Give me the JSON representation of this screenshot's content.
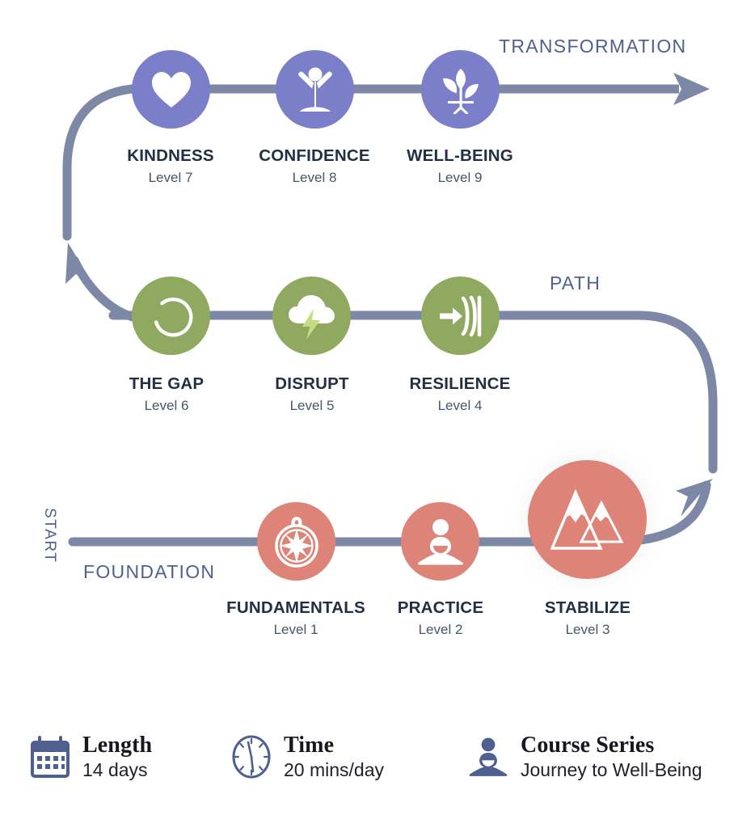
{
  "colors": {
    "foundation": "#dd8377",
    "path": "#90a961",
    "transformation": "#7b7fc9",
    "connector": "#7d88a6",
    "stage_label": "#50618e",
    "node_title": "#232f43",
    "node_level": "#4a5568",
    "accent_bolt": "#c5dc85",
    "icon": "#ffffff",
    "background": "#ffffff",
    "footer_icon": "#4e5f90"
  },
  "stages": [
    {
      "name": "start",
      "label": "START",
      "orientation": "vertical"
    },
    {
      "name": "foundation",
      "label": "FOUNDATION",
      "orientation": "horizontal"
    },
    {
      "name": "path",
      "label": "PATH",
      "orientation": "horizontal"
    },
    {
      "name": "transformation",
      "label": "TRANSFORMATION",
      "orientation": "horizontal"
    }
  ],
  "rows": [
    {
      "name": "foundation-row",
      "stage": "FOUNDATION",
      "color": "#dd8377",
      "nodes": [
        {
          "icon": "compass-icon",
          "title": "FUNDAMENTALS",
          "level": "Level 1"
        },
        {
          "icon": "meditation-icon",
          "title": "PRACTICE",
          "level": "Level 2"
        },
        {
          "icon": "mountains-icon",
          "title": "STABILIZE",
          "level": "Level 3"
        }
      ]
    },
    {
      "name": "path-row",
      "stage": "PATH",
      "color": "#90a961",
      "nodes": [
        {
          "icon": "circle-gap-icon",
          "title": "THE GAP",
          "level": "Level 6"
        },
        {
          "icon": "storm-cloud-icon",
          "title": "DISRUPT",
          "level": "Level 5"
        },
        {
          "icon": "arrow-barrier-icon",
          "title": "RESILIENCE",
          "level": "Level 4"
        }
      ]
    },
    {
      "name": "transformation-row",
      "stage": "TRANSFORMATION",
      "color": "#7b7fc9",
      "nodes": [
        {
          "icon": "heart-icon",
          "title": "KINDNESS",
          "level": "Level 7"
        },
        {
          "icon": "person-icon",
          "title": "CONFIDENCE",
          "level": "Level 8"
        },
        {
          "icon": "sprout-icon",
          "title": "WELL-BEING",
          "level": "Level 9"
        }
      ]
    }
  ],
  "nodes": {
    "fundamentals": {
      "title": "FUNDAMENTALS",
      "level": "Level 1"
    },
    "practice": {
      "title": "PRACTICE",
      "level": "Level 2"
    },
    "stabilize": {
      "title": "STABILIZE",
      "level": "Level 3"
    },
    "resilience": {
      "title": "RESILIENCE",
      "level": "Level 4"
    },
    "disrupt": {
      "title": "DISRUPT",
      "level": "Level 5"
    },
    "the_gap": {
      "title": "THE GAP",
      "level": "Level 6"
    },
    "kindness": {
      "title": "KINDNESS",
      "level": "Level 7"
    },
    "confidence": {
      "title": "CONFIDENCE",
      "level": "Level 8"
    },
    "wellbeing": {
      "title": "WELL-BEING",
      "level": "Level 9"
    }
  },
  "footer": {
    "items": [
      {
        "icon": "calendar-icon",
        "title": "Length",
        "value": "14 days"
      },
      {
        "icon": "clock-icon",
        "title": "Time",
        "value": "20 mins/day"
      },
      {
        "icon": "meditation-icon",
        "title": "Course Series",
        "value": "Journey to Well-Being"
      }
    ]
  }
}
